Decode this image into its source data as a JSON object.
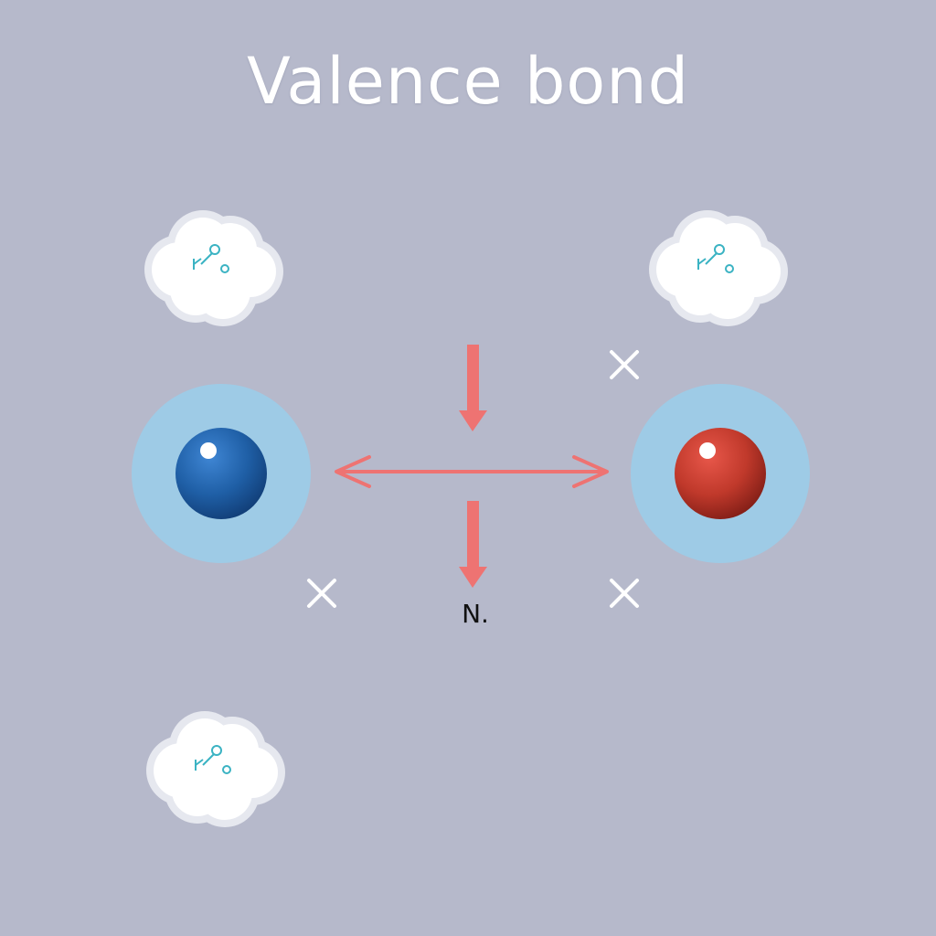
{
  "title": "Valence bond",
  "label": "N.",
  "colors": {
    "background": "#b6b9cb",
    "orbital_halo": "#9ecbe6",
    "atom_left": "#1f5fa6",
    "atom_right": "#c0392b",
    "arrow": "#ee7372",
    "cross": "#ffffff",
    "cloud": "#ffffff",
    "cloud_symbol": "#3bb3c3"
  },
  "icons": {
    "atom_left": "blue-sphere",
    "atom_right": "red-sphere",
    "clouds": "electron-cloud",
    "markers": "cross-mark",
    "arrows": "arrow"
  }
}
